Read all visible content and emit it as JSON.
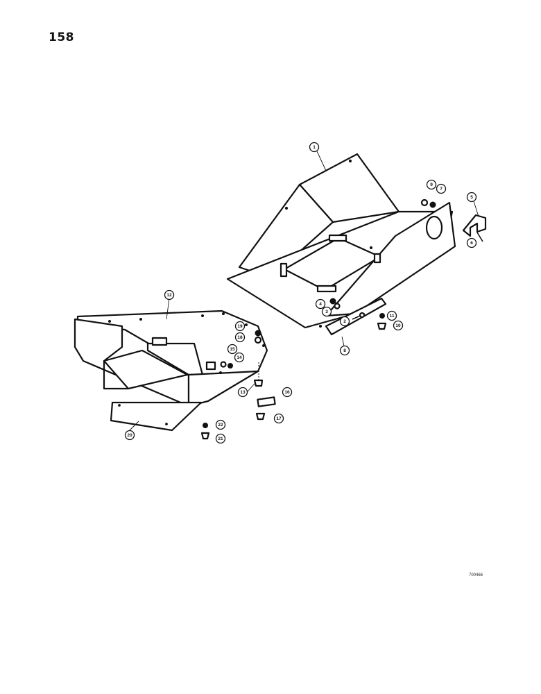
{
  "page_number": "158",
  "figure_code": "700466",
  "callouts": [
    "1",
    "2",
    "3",
    "4",
    "5",
    "6",
    "7",
    "8",
    "9",
    "10",
    "11",
    "12",
    "13",
    "14",
    "15",
    "16",
    "17",
    "18",
    "19",
    "20",
    "21",
    "22"
  ]
}
